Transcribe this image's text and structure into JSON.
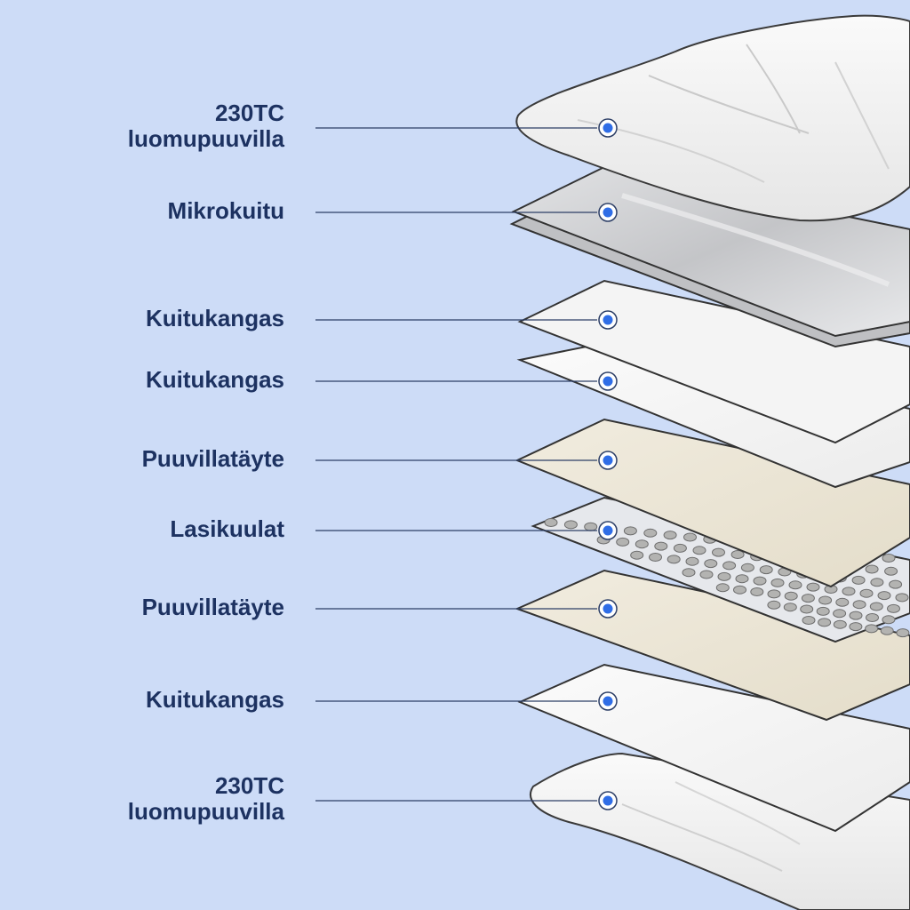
{
  "layers": [
    {
      "id": "top-cover",
      "lines": [
        "230TC",
        "luomupuuvilla"
      ]
    },
    {
      "id": "microfiber",
      "lines": [
        "Mikrokuitu"
      ]
    },
    {
      "id": "fiber-fabric-1",
      "lines": [
        "Kuitukangas"
      ]
    },
    {
      "id": "fiber-fabric-2",
      "lines": [
        "Kuitukangas"
      ]
    },
    {
      "id": "cotton-fill-1",
      "lines": [
        "Puuvillatäyte"
      ]
    },
    {
      "id": "glass-beads",
      "lines": [
        "Lasikuulat"
      ]
    },
    {
      "id": "cotton-fill-2",
      "lines": [
        "Puuvillatäyte"
      ]
    },
    {
      "id": "fiber-fabric-3",
      "lines": [
        "Kuitukangas"
      ]
    },
    {
      "id": "bottom-cover",
      "lines": [
        "230TC",
        "luomupuuvilla"
      ]
    }
  ],
  "colors": {
    "background": "#cddcf7",
    "label": "#1d3261",
    "leader_line": "#2c3e66",
    "dot": "#2f6de6",
    "cotton_layer": "#ece6d6",
    "fabric_layer": "#f7f7f7",
    "microfiber_layer": "#cfd0d2",
    "bead": "#b3b3b1"
  }
}
